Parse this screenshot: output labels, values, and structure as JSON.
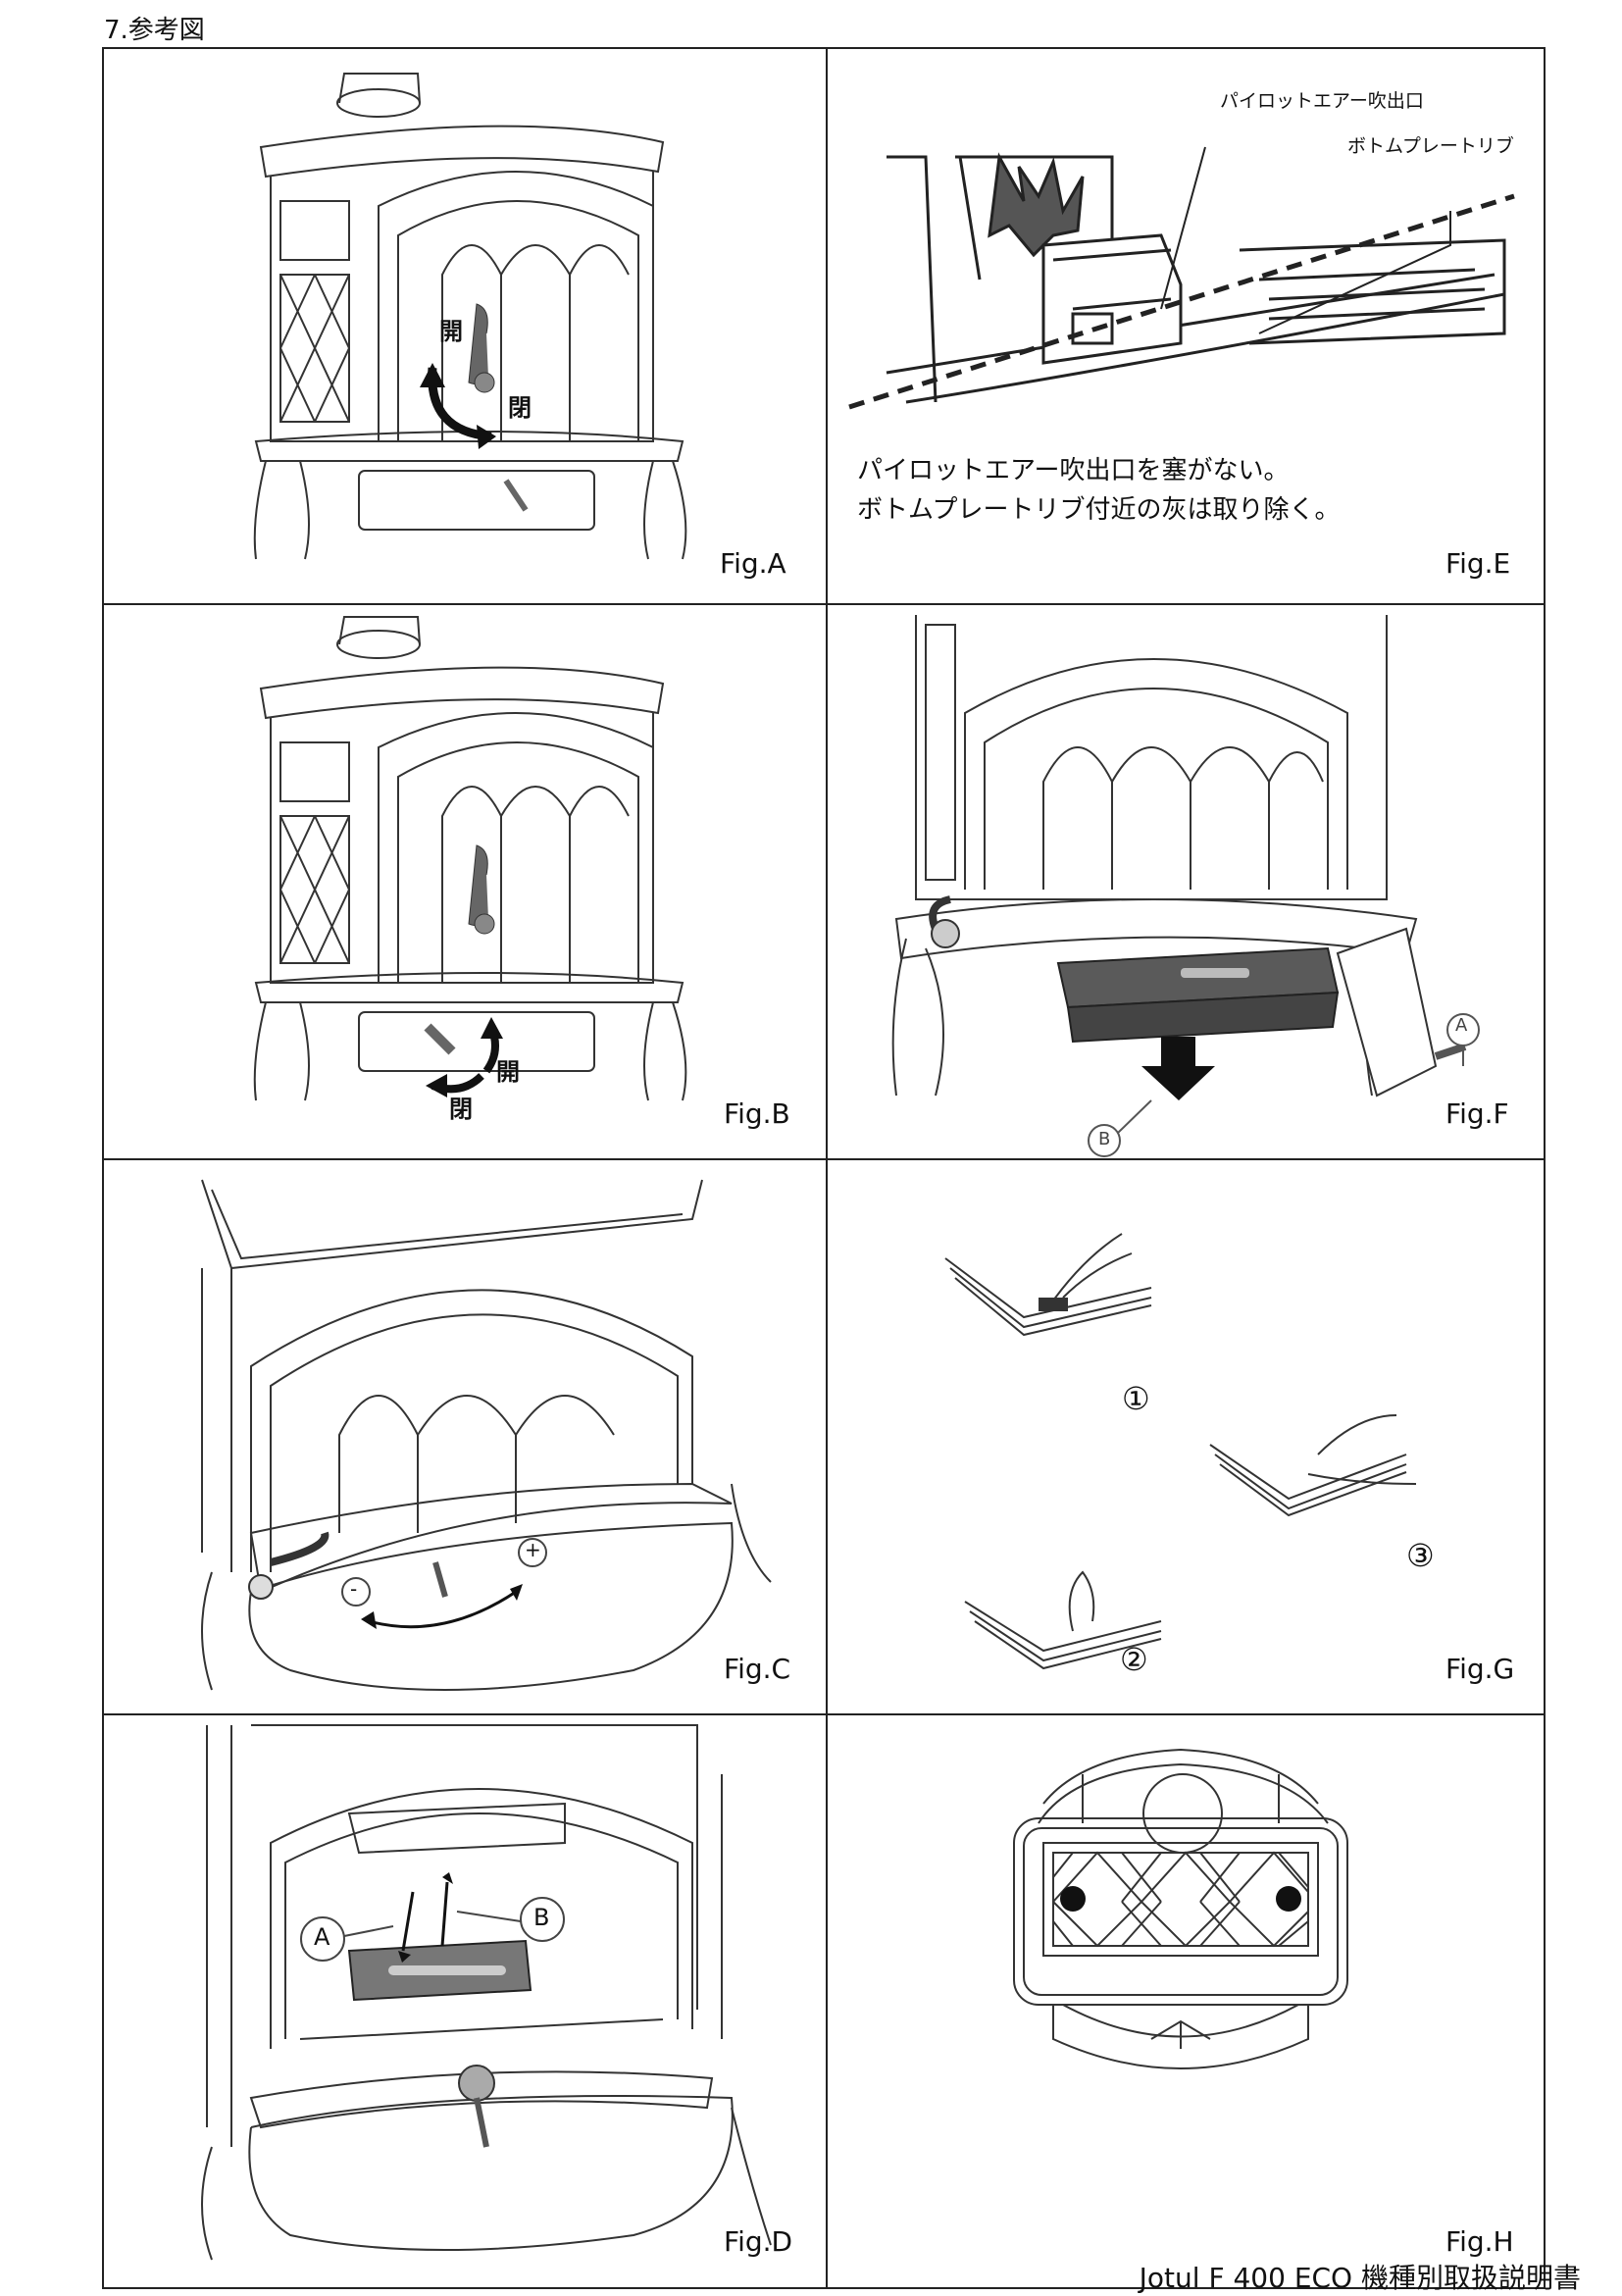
{
  "heading": "7.参考図",
  "figures": {
    "A": {
      "label": "Fig.A",
      "open": "開",
      "close": "閉"
    },
    "B": {
      "label": "Fig.B",
      "open": "開",
      "close": "閉"
    },
    "C": {
      "label": "Fig.C",
      "minus": "-",
      "plus": "+"
    },
    "D": {
      "label": "Fig.D",
      "mark_a": "A",
      "mark_b": "B"
    },
    "E": {
      "label": "Fig.E",
      "callout_1": "パイロットエアー吹出口",
      "callout_2": "ボトムプレートリブ",
      "note_1": "パイロットエアー吹出口を塞がない。",
      "note_2": "ボトムプレートリブ付近の灰は取り除く。"
    },
    "F": {
      "label": "Fig.F",
      "mark_a": "A",
      "mark_b": "B"
    },
    "G": {
      "label": "Fig.G",
      "step_1": "①",
      "step_2": "②",
      "step_3": "③"
    },
    "H": {
      "label": "Fig.H"
    }
  },
  "footer": "Jotul F 400 ECO 機種別取扱説明書"
}
